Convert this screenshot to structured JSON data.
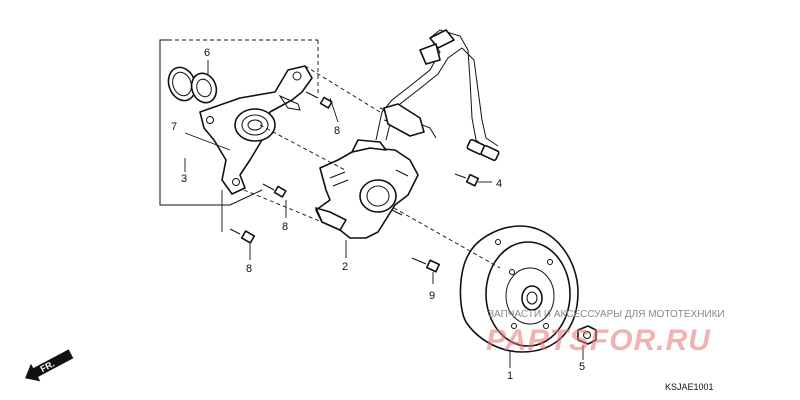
{
  "diagram": {
    "callouts": [
      {
        "id": "c1",
        "label": "1"
      },
      {
        "id": "c2",
        "label": "2"
      },
      {
        "id": "c3",
        "label": "3"
      },
      {
        "id": "c4",
        "label": "4"
      },
      {
        "id": "c5",
        "label": "5"
      },
      {
        "id": "c6",
        "label": "6"
      },
      {
        "id": "c7",
        "label": "7"
      },
      {
        "id": "c8a",
        "label": "8"
      },
      {
        "id": "c8b",
        "label": "8"
      },
      {
        "id": "c8c",
        "label": "8"
      },
      {
        "id": "c9",
        "label": "9"
      }
    ],
    "direction_label": "FR.",
    "drawing_code": "KSJAE1001"
  },
  "watermark": {
    "caption": "ЗАПЧАСТИ И АКСЕССУАРЫ ДЛЯ МОТОТЕХНИКИ",
    "logo": "PARTSFOR.RU"
  }
}
